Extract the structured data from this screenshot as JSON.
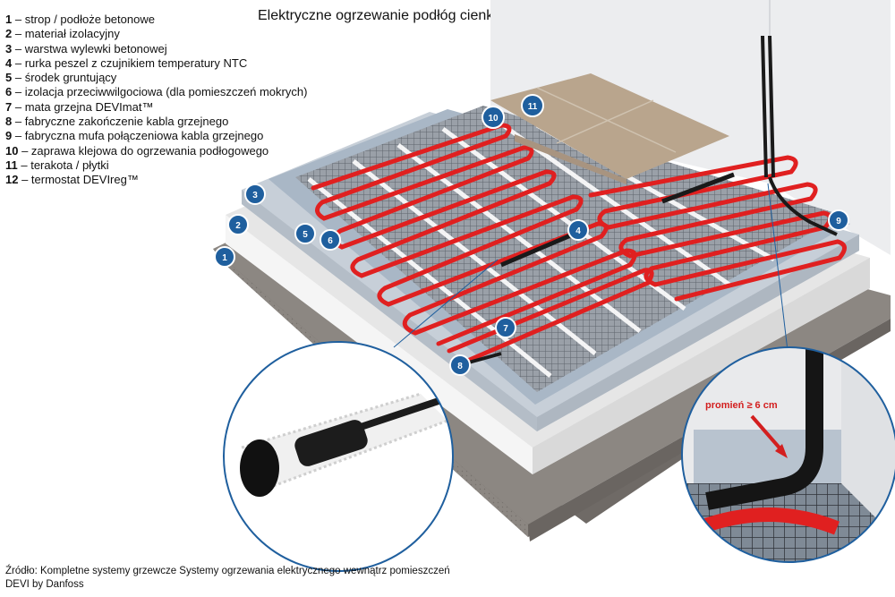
{
  "title": "Elektryczne ogrzewanie podłóg cienkowarstwowych",
  "legend": [
    {
      "num": "1",
      "text": " – strop / podłoże betonowe"
    },
    {
      "num": "2",
      "text": " – materiał izolacyjny"
    },
    {
      "num": "3",
      "text": " – warstwa wylewki betonowej"
    },
    {
      "num": "4",
      "text": " – rurka peszel z czujnikiem temperatury NTC"
    },
    {
      "num": "5",
      "text": " – środek gruntujący"
    },
    {
      "num": "6",
      "text": " – izolacja przeciwwilgociowa (dla pomieszczeń mokrych)"
    },
    {
      "num": "7",
      "text": " – mata grzejna DEVImat™"
    },
    {
      "num": "8",
      "text": " – fabryczne zakończenie kabla grzejnego"
    },
    {
      "num": "9",
      "text": " – fabryczna mufa połączeniowa kabla grzejnego"
    },
    {
      "num": "10",
      "text": " – zaprawa klejowa do ogrzewania podłogowego"
    },
    {
      "num": "11",
      "text": " – terakota / płytki"
    },
    {
      "num": "12",
      "text": " – termostat DEVIreg™"
    }
  ],
  "badges": [
    "1",
    "2",
    "3",
    "4",
    "5",
    "6",
    "7",
    "8",
    "9",
    "10",
    "11"
  ],
  "radius_label": "promień ≥ 6 cm",
  "source": {
    "line1": "Źródło: Kompletne systemy grzewcze Systemy ogrzewania elektrycznego wewnątrz pomieszczeń",
    "line2": "DEVI by Danfoss"
  },
  "colors": {
    "badge": "#1f5f9e",
    "cable": "#e02020",
    "concrete": "#8a8480",
    "insulation": "#f2f2f2",
    "screed": "#c7cfd8",
    "tile": "#b9a58d"
  }
}
